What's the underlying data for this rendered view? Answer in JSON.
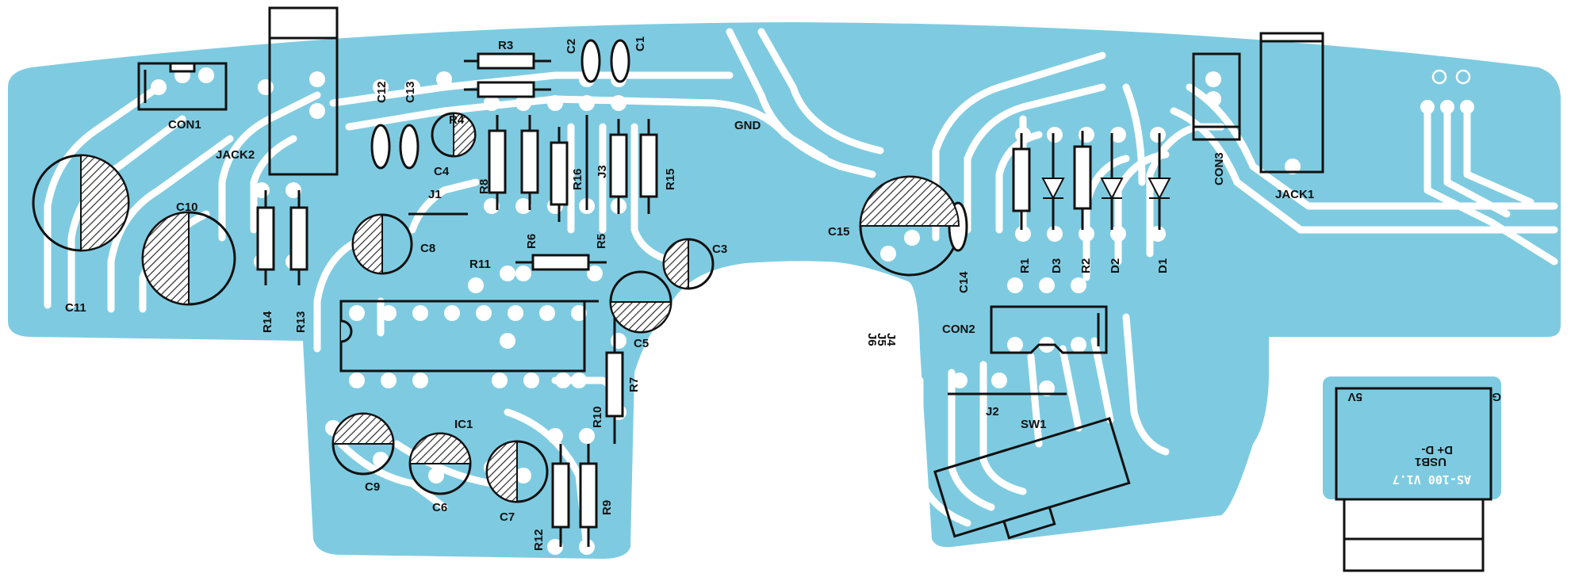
{
  "colors": {
    "board": "#7ecbe1",
    "trace": "#ffffff",
    "ink": "#111111",
    "hatch": "#333333"
  },
  "labels": {
    "con1": "CON1",
    "jack2": "JACK2",
    "c11": "C11",
    "c10": "C10",
    "r14": "R14",
    "r13": "R13",
    "c12": "C12",
    "c13": "C13",
    "c4": "C4",
    "r4": "R4",
    "r3": "R3",
    "c2": "C2",
    "c1": "C1",
    "r8": "R8",
    "r16": "R16",
    "j3": "J3",
    "r15": "R15",
    "j1": "J1",
    "c8": "C8",
    "r6": "R6",
    "r5": "R5",
    "r11": "R11",
    "c3": "C3",
    "c5": "C5",
    "r7": "R7",
    "r10": "R10",
    "ic1": "IC1",
    "c9": "C9",
    "c6": "C6",
    "c7": "C7",
    "r12": "R12",
    "r9": "R9",
    "gnd": "GND",
    "c15": "C15",
    "c14": "C14",
    "r1": "R1",
    "d3": "D3",
    "r2": "R2",
    "d2": "D2",
    "d1": "D1",
    "con3": "CON3",
    "jack1": "JACK1",
    "con2": "CON2",
    "j6": "J6",
    "j5": "J5",
    "j4": "J4",
    "j2": "J2",
    "sw1": "SW1",
    "usb_5v": "5V",
    "usb_g": "G",
    "usb_data": "D+ D-",
    "usb_name": "USB1",
    "usb_version": "AS-100 V1.7"
  }
}
